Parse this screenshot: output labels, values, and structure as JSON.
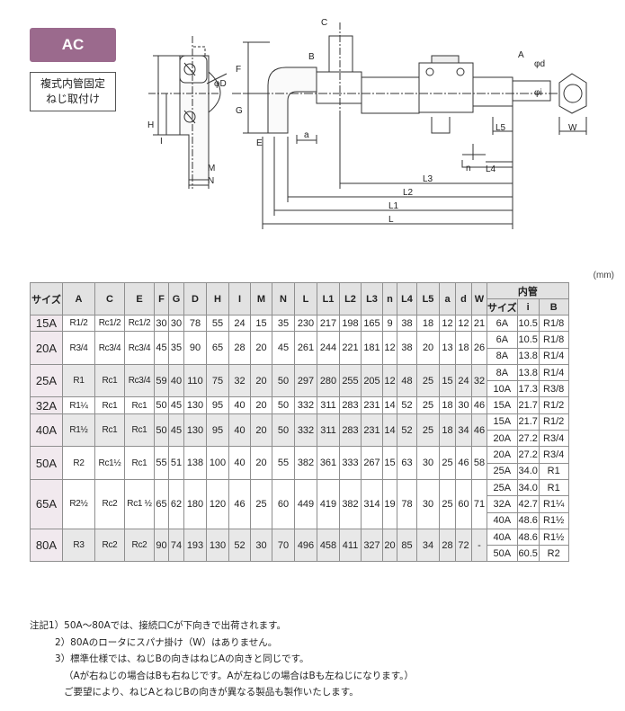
{
  "header": {
    "model": "AC",
    "type_line1": "複式内管固定",
    "type_line2": "ねじ取付け"
  },
  "drawing_labels": {
    "C": "C",
    "F": "F",
    "G": "G",
    "H": "H",
    "I": "I",
    "B": "B",
    "A": "A",
    "E": "E",
    "phiD": "φD",
    "phid": "φd",
    "phii": "φi",
    "W": "W",
    "a": "a",
    "n": "n",
    "M": "M",
    "N": "N",
    "L": "L",
    "L1": "L1",
    "L2": "L2",
    "L3": "L3",
    "L4": "L4",
    "L5": "L5"
  },
  "unit": "(mm)",
  "table": {
    "headers": [
      "サイズ",
      "A",
      "C",
      "E",
      "F",
      "G",
      "D",
      "H",
      "I",
      "M",
      "N",
      "L",
      "L1",
      "L2",
      "L3",
      "n",
      "L4",
      "L5",
      "a",
      "d",
      "W"
    ],
    "inner_pipe_header": "内管",
    "inner_sub_headers": [
      "サイズ",
      "i",
      "B"
    ],
    "rows": [
      {
        "size": "15A",
        "A": "R1/2",
        "C": "Rc1/2",
        "E": "Rc1/2",
        "F": "30",
        "G": "30",
        "D": "78",
        "H": "55",
        "I": "24",
        "M": "15",
        "N": "35",
        "L": "230",
        "L1": "217",
        "L2": "198",
        "L3": "165",
        "n": "9",
        "L4": "38",
        "L5": "18",
        "a": "12",
        "d": "12",
        "W": "21",
        "inner": [
          {
            "size": "6A",
            "i": "10.5",
            "B": "R1/8"
          }
        ]
      },
      {
        "size": "20A",
        "A": "R3/4",
        "C": "Rc3/4",
        "E": "Rc3/4",
        "F": "45",
        "G": "35",
        "D": "90",
        "H": "65",
        "I": "28",
        "M": "20",
        "N": "45",
        "L": "261",
        "L1": "244",
        "L2": "221",
        "L3": "181",
        "n": "12",
        "L4": "38",
        "L5": "20",
        "a": "13",
        "d": "18",
        "W": "26",
        "inner": [
          {
            "size": "6A",
            "i": "10.5",
            "B": "R1/8"
          },
          {
            "size": "8A",
            "i": "13.8",
            "B": "R1/4"
          }
        ]
      },
      {
        "size": "25A",
        "A": "R1",
        "C": "Rc1",
        "E": "Rc3/4",
        "F": "59",
        "G": "40",
        "D": "110",
        "H": "75",
        "I": "32",
        "M": "20",
        "N": "50",
        "L": "297",
        "L1": "280",
        "L2": "255",
        "L3": "205",
        "n": "12",
        "L4": "48",
        "L5": "25",
        "a": "15",
        "d": "24",
        "W": "32",
        "inner": [
          {
            "size": "8A",
            "i": "13.8",
            "B": "R1/4"
          },
          {
            "size": "10A",
            "i": "17.3",
            "B": "R3/8"
          }
        ]
      },
      {
        "size": "32A",
        "A": "R1¼",
        "C": "Rc1",
        "E": "Rc1",
        "F": "50",
        "G": "45",
        "D": "130",
        "H": "95",
        "I": "40",
        "M": "20",
        "N": "50",
        "L": "332",
        "L1": "311",
        "L2": "283",
        "L3": "231",
        "n": "14",
        "L4": "52",
        "L5": "25",
        "a": "18",
        "d": "30",
        "W": "46",
        "inner": [
          {
            "size": "15A",
            "i": "21.7",
            "B": "R1/2"
          }
        ]
      },
      {
        "size": "40A",
        "A": "R1½",
        "C": "Rc1",
        "E": "Rc1",
        "F": "50",
        "G": "45",
        "D": "130",
        "H": "95",
        "I": "40",
        "M": "20",
        "N": "50",
        "L": "332",
        "L1": "311",
        "L2": "283",
        "L3": "231",
        "n": "14",
        "L4": "52",
        "L5": "25",
        "a": "18",
        "d": "34",
        "W": "46",
        "inner": [
          {
            "size": "15A",
            "i": "21.7",
            "B": "R1/2"
          },
          {
            "size": "20A",
            "i": "27.2",
            "B": "R3/4"
          }
        ]
      },
      {
        "size": "50A",
        "A": "R2",
        "C": "Rc1½",
        "E": "Rc1",
        "F": "55",
        "G": "51",
        "D": "138",
        "H": "100",
        "I": "40",
        "M": "20",
        "N": "55",
        "L": "382",
        "L1": "361",
        "L2": "333",
        "L3": "267",
        "n": "15",
        "L4": "63",
        "L5": "30",
        "a": "25",
        "d": "46",
        "W": "58",
        "inner": [
          {
            "size": "20A",
            "i": "27.2",
            "B": "R3/4"
          },
          {
            "size": "25A",
            "i": "34.0",
            "B": "R1"
          }
        ]
      },
      {
        "size": "65A",
        "A": "R2½",
        "C": "Rc2",
        "E": "Rc1 ½",
        "F": "65",
        "G": "62",
        "D": "180",
        "H": "120",
        "I": "46",
        "M": "25",
        "N": "60",
        "L": "449",
        "L1": "419",
        "L2": "382",
        "L3": "314",
        "n": "19",
        "L4": "78",
        "L5": "30",
        "a": "25",
        "d": "60",
        "W": "71",
        "inner": [
          {
            "size": "25A",
            "i": "34.0",
            "B": "R1"
          },
          {
            "size": "32A",
            "i": "42.7",
            "B": "R1¼"
          },
          {
            "size": "40A",
            "i": "48.6",
            "B": "R1½"
          }
        ]
      },
      {
        "size": "80A",
        "A": "R3",
        "C": "Rc2",
        "E": "Rc2",
        "F": "90",
        "G": "74",
        "D": "193",
        "H": "130",
        "I": "52",
        "M": "30",
        "N": "70",
        "L": "496",
        "L1": "458",
        "L2": "411",
        "L3": "327",
        "n": "20",
        "L4": "85",
        "L5": "34",
        "a": "28",
        "d": "72",
        "W": "-",
        "inner": [
          {
            "size": "40A",
            "i": "48.6",
            "B": "R1½"
          },
          {
            "size": "50A",
            "i": "60.5",
            "B": "R2"
          }
        ]
      }
    ]
  },
  "notes": [
    "注記1）50A～80Aでは、接続口Cが下向きで出荷されます。",
    "2）80Aのロータにスパナ掛け（W）はありません。",
    "3）標準仕様では、ねじBの向きはねじAの向きと同じです。",
    "（Aが右ねじの場合はBも右ねじです。Aが左ねじの場合はBも左ねじになります。）",
    "ご要望により、ねじAとねじBの向きが異なる製品も製作いたします。"
  ]
}
